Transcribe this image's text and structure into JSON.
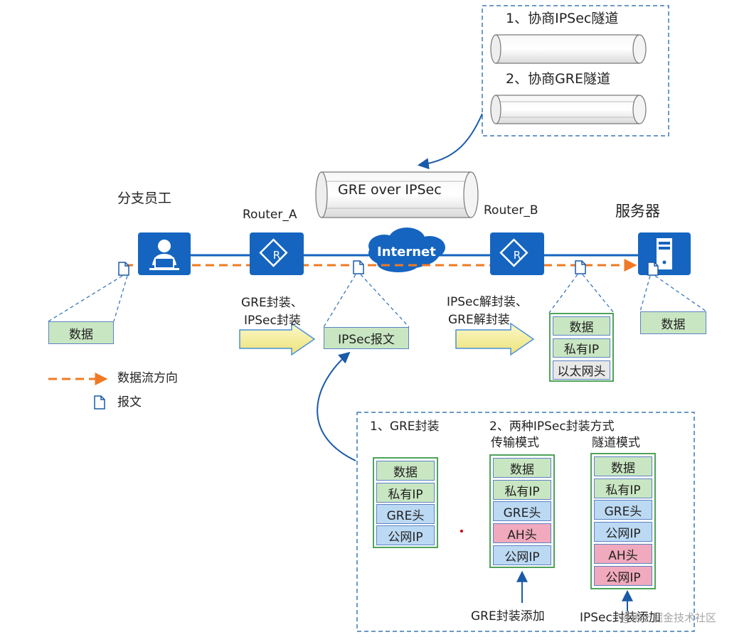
{
  "top_box": {
    "step1": "1、协商IPSec隧道",
    "step2": "2、协商GRE隧道"
  },
  "tunnel_label": "GRE over IPSec",
  "nodes": {
    "employee": "分支员工",
    "router_a": "Router_A",
    "internet": "Internet",
    "router_b": "Router_B",
    "server": "服务器"
  },
  "left_data": "数据",
  "right_data": "数据",
  "encap_a": [
    "GRE封装、",
    "IPSec封装"
  ],
  "decap_b": [
    "IPSec解封装、",
    "GRE解封装"
  ],
  "ipsec_packet": "IPSec报文",
  "decap_stack": [
    "数据",
    "私有IP",
    "以太网头"
  ],
  "legend": {
    "flow": "数据流方向",
    "packet": "报文"
  },
  "bottom_box": {
    "gre_title": "1、GRE封装",
    "ipsec_title": "2、两种IPSec封装方式",
    "transport_title": "传输模式",
    "tunnel_title": "隧道模式",
    "gre_stack": [
      "数据",
      "私有IP",
      "GRE头",
      "公网IP"
    ],
    "transport_stack": [
      "数据",
      "私有IP",
      "GRE头",
      "AH头",
      "公网IP"
    ],
    "tunnel_stack": [
      "数据",
      "私有IP",
      "GRE头",
      "公网IP",
      "AH头",
      "公网IP"
    ],
    "gre_added": "GRE封装添加",
    "ipsec_added": "IPSec封装添加"
  },
  "watermark": "@稀土掘金技术社区",
  "colors": {
    "device_blue": "#1565c0",
    "flow_orange": "#f07a24",
    "dashed_blue": "#3a78b8",
    "cell_green": "#c9e6c2",
    "cell_blue": "#bcd9f3",
    "cell_pink": "#f1a9bd",
    "arrow_yellow": "#f5f0a0"
  }
}
